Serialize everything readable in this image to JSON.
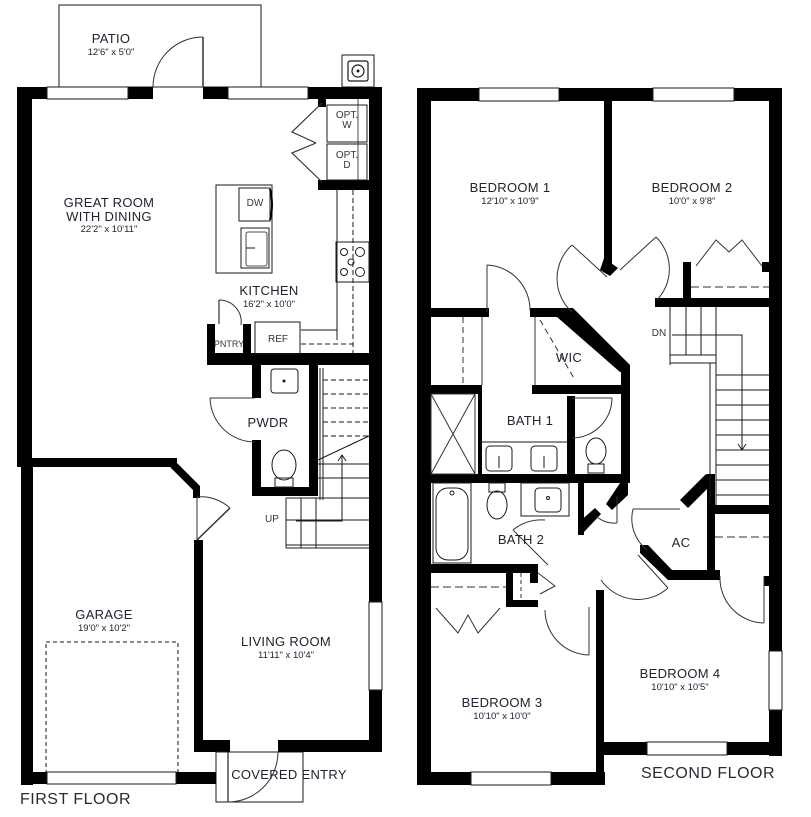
{
  "floors": [
    {
      "title": "FIRST FLOOR",
      "rooms": [
        {
          "name": "PATIO",
          "dims": "12'6\" x 5'0\""
        },
        {
          "name": "GREAT ROOM",
          "name2": "WITH DINING",
          "dims": "22'2\" x 10'11\""
        },
        {
          "name": "KITCHEN",
          "dims": "16'2\" x 10'0\""
        },
        {
          "name": "PWDR"
        },
        {
          "name": "GARAGE",
          "dims": "19'0\" x 10'2\""
        },
        {
          "name": "LIVING ROOM",
          "dims": "11'11\" x 10'4\""
        },
        {
          "name": "COVERED ENTRY"
        }
      ],
      "fixtures": {
        "washer": "OPT.",
        "washer2": "W",
        "dryer": "OPT.",
        "dryer2": "D",
        "dishwasher": "DW",
        "refrigerator": "REF",
        "pantry": "PNTRY",
        "stairs": "UP"
      }
    },
    {
      "title": "SECOND FLOOR",
      "rooms": [
        {
          "name": "BEDROOM 1",
          "dims": "12'10\" x 10'9\""
        },
        {
          "name": "BEDROOM 2",
          "dims": "10'0\" x 9'8\""
        },
        {
          "name": "WIC"
        },
        {
          "name": "BATH 1"
        },
        {
          "name": "BATH 2"
        },
        {
          "name": "AC"
        },
        {
          "name": "BEDROOM 3",
          "dims": "10'10\" x 10'0\""
        },
        {
          "name": "BEDROOM 4",
          "dims": "10'10\" x 10'5\""
        }
      ],
      "fixtures": {
        "stairs": "DN"
      }
    }
  ],
  "colors": {
    "wall": "#000000",
    "line": "#1a1a1a",
    "text": "#222230",
    "background": "#ffffff"
  }
}
